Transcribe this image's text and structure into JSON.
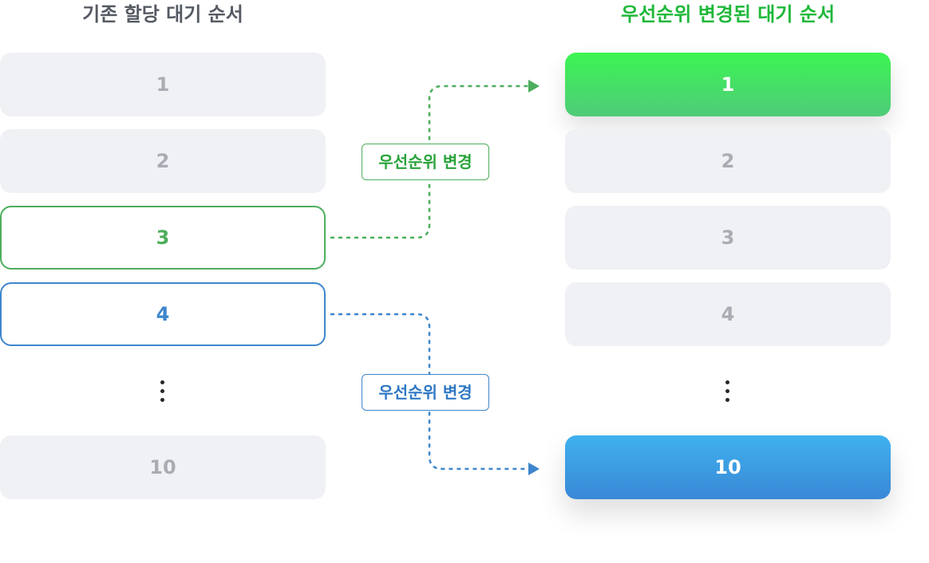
{
  "headings": {
    "original": "기존 할당 대기 순서",
    "changed": "우선순위 변경된 대기 순서"
  },
  "left_items": [
    "1",
    "2",
    "3",
    "4",
    "10"
  ],
  "right_items": [
    "1",
    "2",
    "3",
    "4",
    "10"
  ],
  "badges": {
    "green": "우선순위 변경",
    "blue": "우선순위 변경"
  },
  "colors": {
    "green": "#4cae5c",
    "blue": "#3d86cc",
    "box_gray": "#f0f1f4"
  }
}
